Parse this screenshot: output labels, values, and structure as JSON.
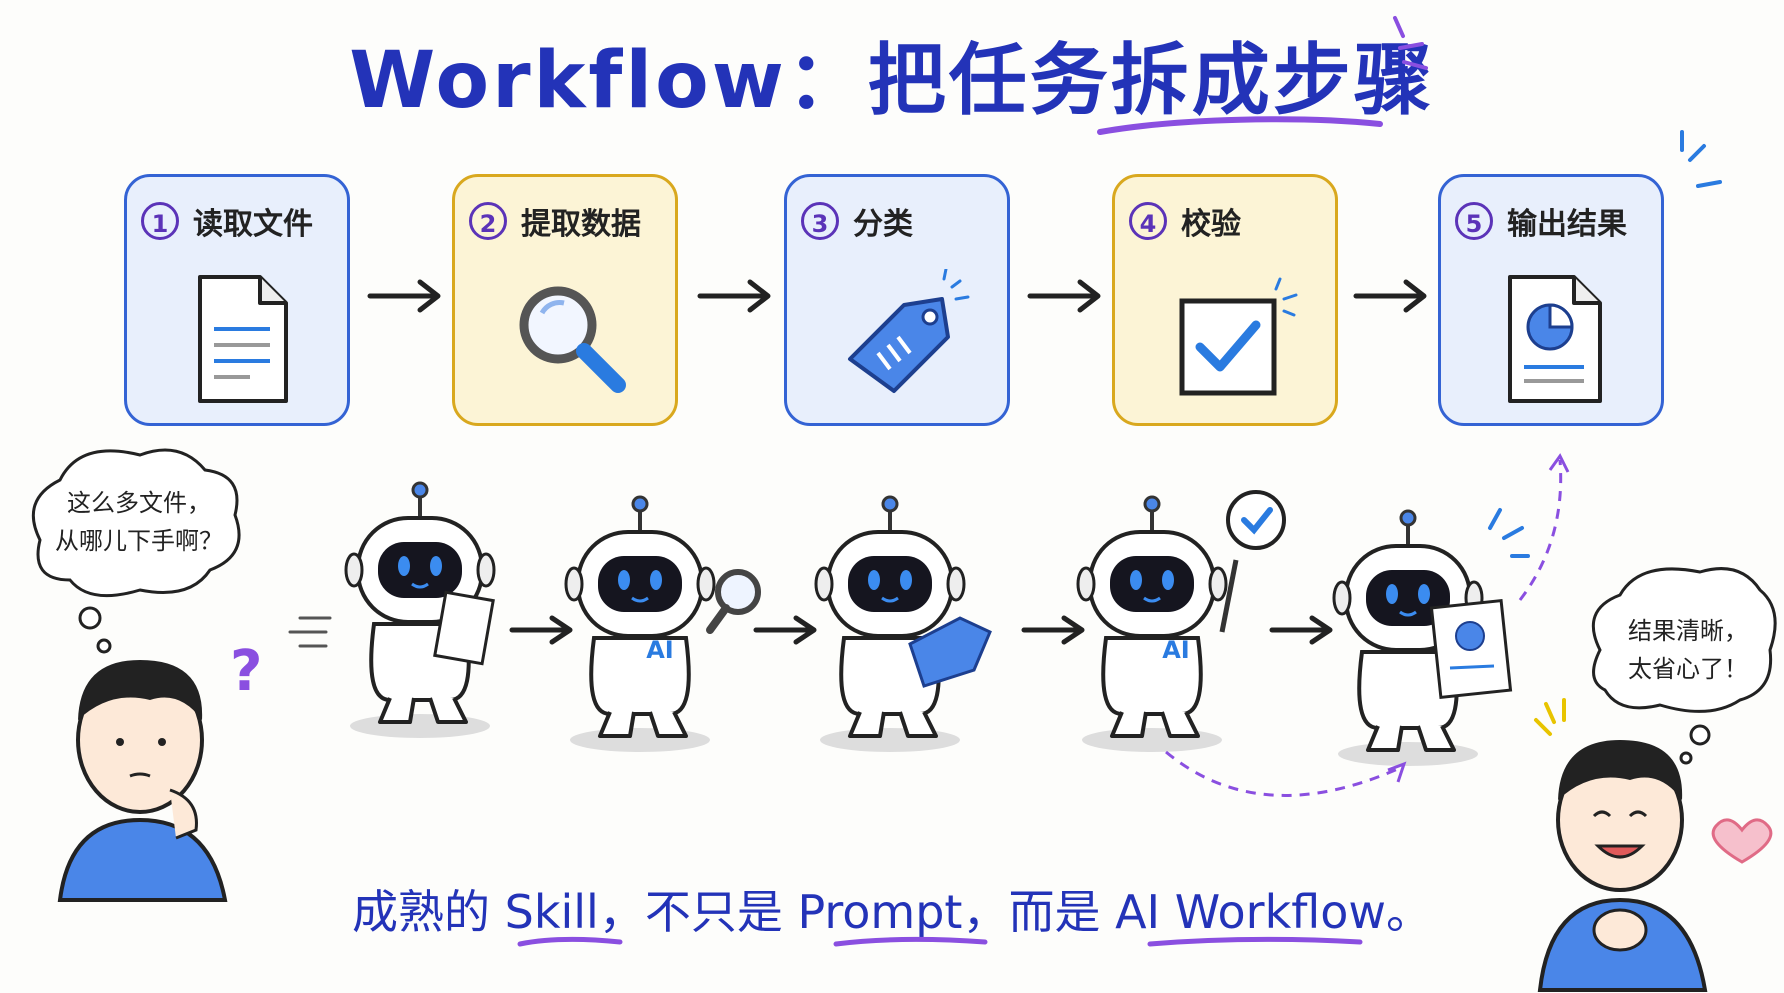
{
  "title": "Workflow：把任务拆成步骤",
  "steps": [
    {
      "num": "1",
      "label": "读取文件",
      "icon": "document-icon",
      "style": "blue"
    },
    {
      "num": "2",
      "label": "提取数据",
      "icon": "magnifier-icon",
      "style": "yellow"
    },
    {
      "num": "3",
      "label": "分类",
      "icon": "tag-icon",
      "style": "blue"
    },
    {
      "num": "4",
      "label": "校验",
      "icon": "checkbox-icon",
      "style": "yellow"
    },
    {
      "num": "5",
      "label": "输出结果",
      "icon": "report-icon",
      "style": "blue"
    }
  ],
  "left_bubble": {
    "line1": "这么多文件，",
    "line2": "从哪儿下手啊？"
  },
  "right_bubble": {
    "line1": "结果清晰，",
    "line2": "太省心了！"
  },
  "robot_badge": "AI",
  "tagline": {
    "p1": "成熟的 ",
    "w1": "Skill",
    "p2": "，不只是 ",
    "w2": "Prompt",
    "p3": "，而是 ",
    "w3": "AI Workflow",
    "p4": "。"
  },
  "colors": {
    "title": "#2333b8",
    "blue_border": "#3463d4",
    "yellow_border": "#d9a81e",
    "accent": "#2a7be0",
    "purple": "#8a4fe0"
  }
}
